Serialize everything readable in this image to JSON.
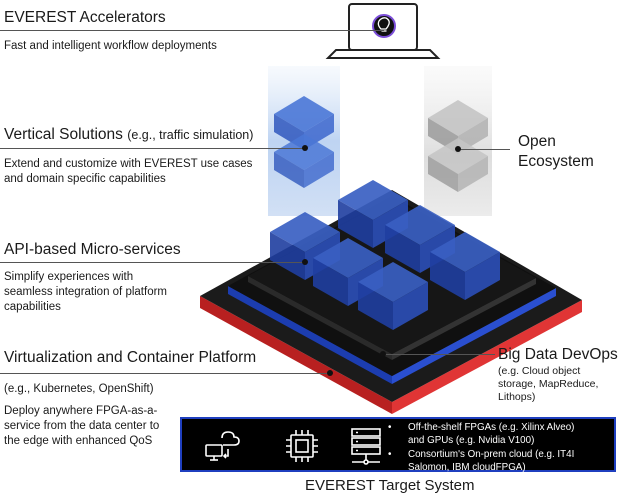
{
  "accelerators": {
    "title": "EVEREST Accelerators",
    "desc": "Fast and intelligent workflow deployments"
  },
  "vertical": {
    "title": "Vertical Solutions",
    "note": "(e.g., traffic simulation)",
    "desc": "Extend and customize with EVEREST use cases\nand domain specific capabilities"
  },
  "api": {
    "title": "API-based Micro-services",
    "desc": "Simplify experiences with\nseamless integration of platform\ncapabilities"
  },
  "virtualization": {
    "title": "Virtualization and Container Platform",
    "note": "(e.g., Kubernetes, OpenShift)",
    "desc": "Deploy anywhere FPGA-as-a-\nservice from the data center to\nthe edge with enhanced QoS"
  },
  "open_ecosystem": {
    "title": "Open\nEcosystem"
  },
  "big_data": {
    "title": "Big Data DevOps",
    "desc": "(e.g. Cloud object\nstorage, MapReduce,\nLithops)"
  },
  "target": {
    "items": [
      "Off-the-shelf FPGAs (e.g. Xilinx Alveo)\nand GPUs (e.g. Nvidia V100)",
      "Consortium's On-prem cloud (e.g. IT4I\nSalomon, IBM cloudFPGA)"
    ],
    "caption": "EVEREST Target System"
  },
  "icons": [
    "lightbulb-icon",
    "cloud-computer-icon",
    "chip-icon",
    "server-network-icon"
  ],
  "colors": {
    "accent_blue": "#1f3fbf",
    "platform_red": "#d42a2a",
    "platform_black": "#141414",
    "cube_blue": "#3d63c4",
    "cube_grey": "#9a9a9a"
  }
}
